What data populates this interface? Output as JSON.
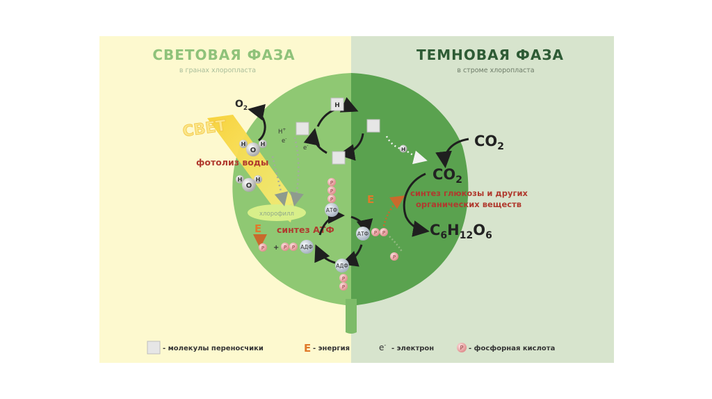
{
  "light_phase": {
    "title": "СВЕТОВАЯ ФАЗА",
    "subtitle": "в гранах хлоропласта",
    "light_label": "СВЕТ",
    "o2": "O",
    "o2_sub": "2",
    "photolysis": "фотолиз воды",
    "chlorophyll": "хлорофилл",
    "energy": "Е",
    "atp_synthesis": "синтез АТФ",
    "h_plus": "H",
    "h_plus_sup": "+",
    "electron": "е",
    "electron_sup": "-",
    "atom_h": "H",
    "atom_o": "O",
    "phosphate": "P",
    "plus": "+",
    "atp": "АТФ",
    "adp": "АДФ"
  },
  "dark_phase": {
    "title": "ТЕМНОВАЯ ФАЗА",
    "subtitle": "в строме хлоропласта",
    "co2_top": "CO",
    "co2_top_sub": "2",
    "co2": "CO",
    "co2_sub": "2",
    "synthesis_line1": "синтез глюкозы и других",
    "synthesis_line2": "органических веществ",
    "glucose_c": "C",
    "glucose_c_sub": "6",
    "glucose_h": "H",
    "glucose_h_sub": "12",
    "glucose_o": "O",
    "glucose_o_sub": "6",
    "energy": "Е",
    "atp": "АТФ",
    "phosphate": "P",
    "h": "H"
  },
  "carrier_h": "H",
  "legend": {
    "carrier": "- молекулы переносчики",
    "energy_symbol": "Е",
    "energy": "- энергия",
    "electron_symbol": "е",
    "electron_sup": "-",
    "electron": "- электрон",
    "phosphate_symbol": "P",
    "phosphate": "- фосфорная кислота"
  },
  "colors": {
    "light_bg": "#fdf9cf",
    "dark_bg": "#d7e4cd",
    "leaf_light": "#8fc873",
    "leaf_dark": "#5aa24f",
    "title_light": "#8fc27a",
    "title_dark": "#2e5b35",
    "red_text": "#b03a2e",
    "energy_orange": "#e07a2a"
  }
}
